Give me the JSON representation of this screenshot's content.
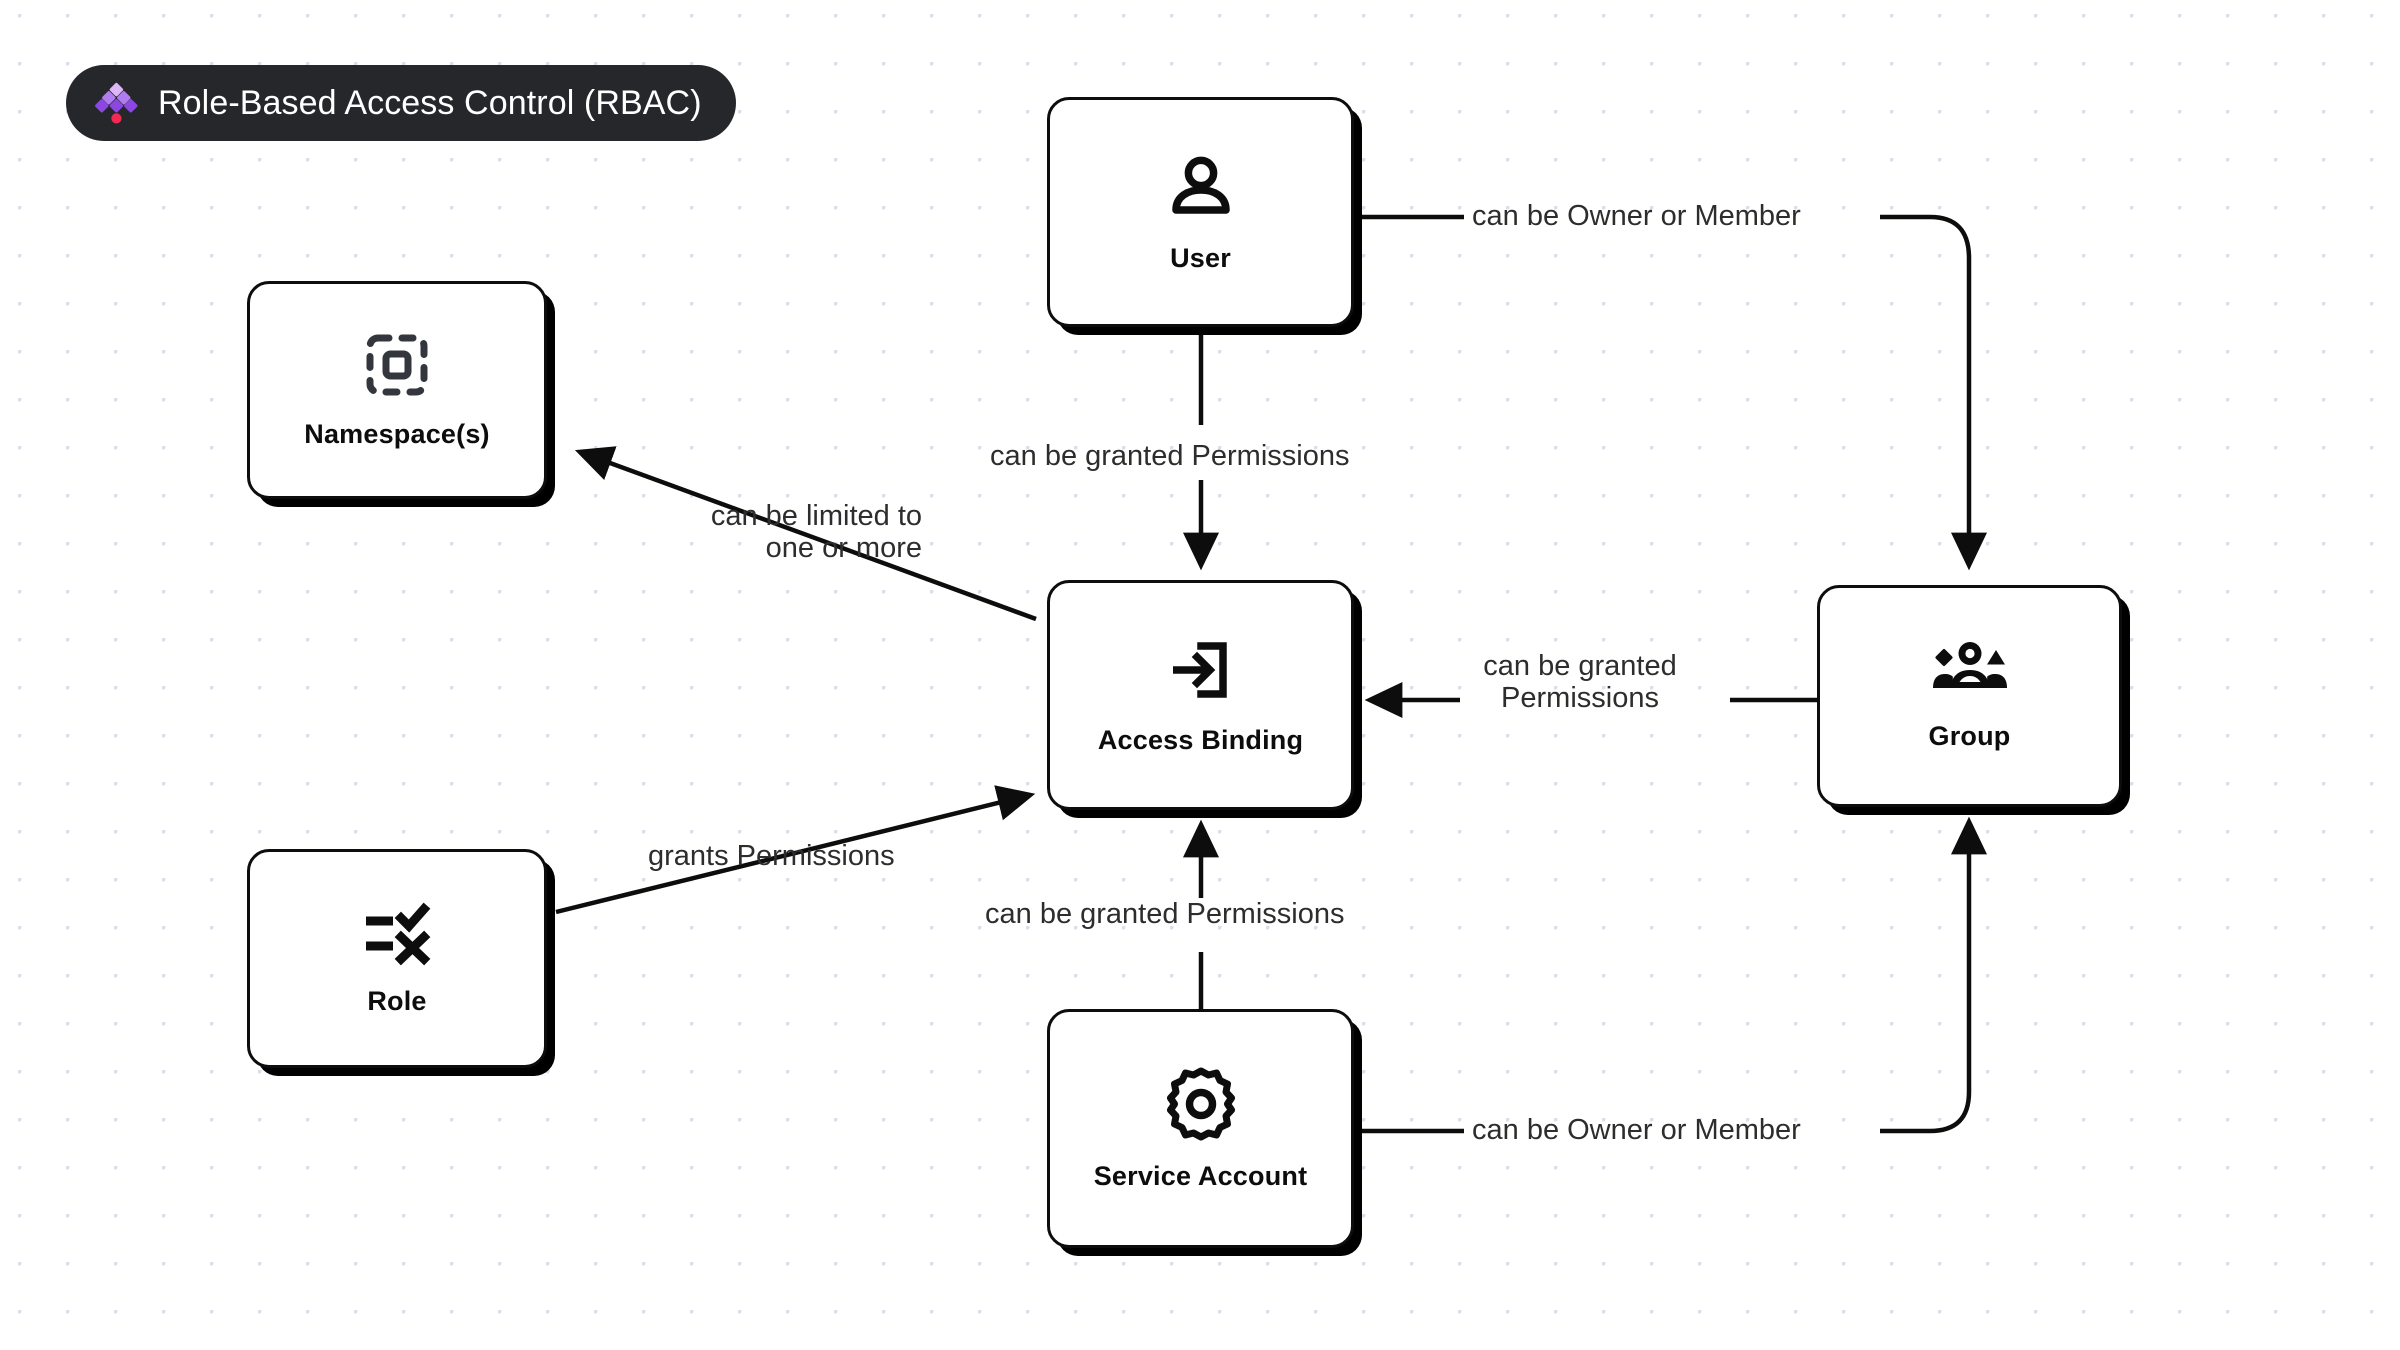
{
  "badge": {
    "title": "Role-Based Access Control (RBAC)",
    "logo_icon": "diamond-cluster-logo",
    "background_color": "#26272b",
    "text_color": "#ffffff",
    "logo_colors": {
      "diamond_light": "#dcb6f5",
      "diamond_mid": "#b07cf0",
      "diamond_dark": "#8b48e0",
      "dot": "#f02a53"
    }
  },
  "canvas": {
    "background_color": "#ffffff",
    "dot_color": "#dfdcf2",
    "dot_spacing": 48
  },
  "nodes": [
    {
      "id": "user",
      "label": "User",
      "icon": "person-icon"
    },
    {
      "id": "namespace",
      "label": "Namespace(s)",
      "icon": "dashed-selection-icon"
    },
    {
      "id": "access_binding",
      "label": "Access Binding",
      "icon": "login-arrow-icon"
    },
    {
      "id": "group",
      "label": "Group",
      "icon": "people-group-icon"
    },
    {
      "id": "role",
      "label": "Role",
      "icon": "checklist-check-x-icon"
    },
    {
      "id": "service_account",
      "label": "Service Account",
      "icon": "gear-icon"
    }
  ],
  "edges": [
    {
      "id": "user_group",
      "from": "User",
      "to": "Group",
      "label": "can be Owner or Member",
      "arrow": "to-group"
    },
    {
      "id": "user_binding",
      "from": "User",
      "to": "Access Binding",
      "label": "can be granted Permissions",
      "arrow": "to-access-binding"
    },
    {
      "id": "binding_namespace",
      "from": "Access Binding",
      "to": "Namespace(s)",
      "label_line1": "can be limited to",
      "label_line2": "one or more",
      "arrow": "to-namespace"
    },
    {
      "id": "role_binding",
      "from": "Role",
      "to": "Access Binding",
      "label": "grants Permissions",
      "arrow": "to-access-binding"
    },
    {
      "id": "group_binding",
      "from": "Group",
      "to": "Access Binding",
      "label_line1": "can be granted",
      "label_line2": "Permissions",
      "arrow": "to-access-binding"
    },
    {
      "id": "sa_binding",
      "from": "Service Account",
      "to": "Access Binding",
      "label": "can be granted Permissions",
      "arrow": "to-access-binding"
    },
    {
      "id": "sa_group",
      "from": "Service Account",
      "to": "Group",
      "label": "can be Owner or Member",
      "arrow": "to-group"
    }
  ],
  "style": {
    "node_border_color": "#0d0d0d",
    "node_fill": "#ffffff",
    "edge_color": "#0d0d0d",
    "label_color": "#2d2d2d"
  }
}
